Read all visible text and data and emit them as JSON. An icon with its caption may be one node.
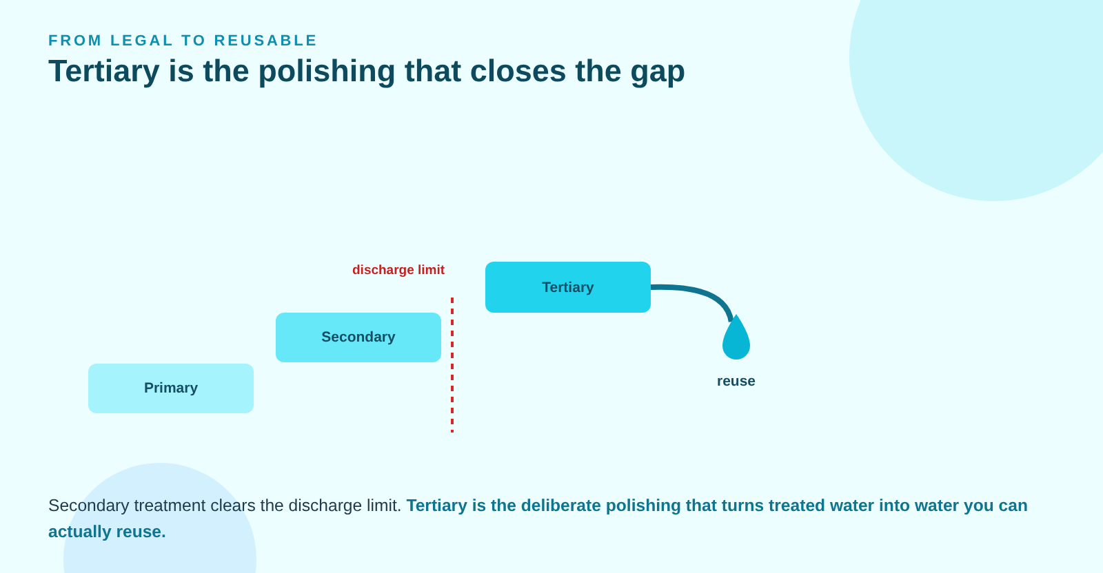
{
  "diagram": {
    "title": "Tertiary is the polishing that closes the gap",
    "caption": "Secondary treatment clears the discharge limit. **Tertiary is the deliberate polishing that turns treated water into water you can actually reuse.**",
    "nodes": [
      {
        "text": [
          "Primary"
        ]
      },
      {
        "text": [
          "Secondary"
        ]
      },
      {
        "text": [
          "Tertiary"
        ]
      },
      {
        "text": [],
        "shape": "drop",
        "beside": [
          "reuse"
        ]
      }
    ],
    "edges": [
      {
        "from": 2,
        "to": 3,
        "arrow": "none"
      }
    ],
    "labels": [
      "FROM LEGAL TO REUSABLE",
      "discharge limit"
    ]
  }
}
